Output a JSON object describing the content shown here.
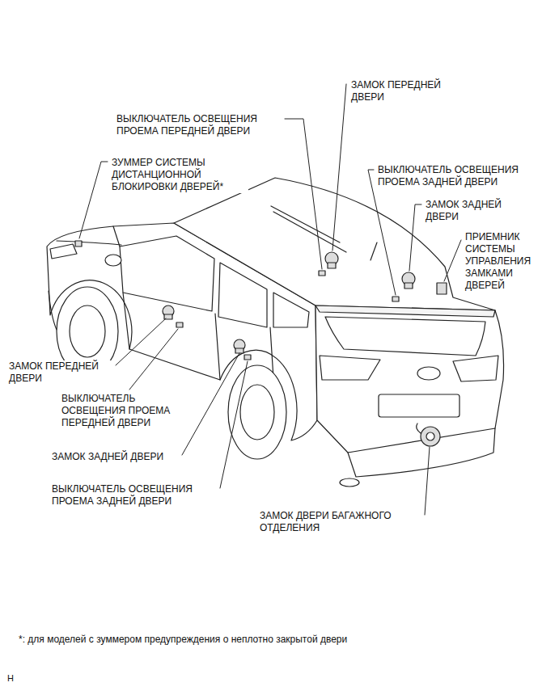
{
  "diagram": {
    "labels": [
      "ЗАМОК ПЕРЕДНЕЙ ДВЕРИ",
      "ВЫКЛЮЧАТЕЛЬ ОСВЕЩЕНИЯ ПРОЕМА ПЕРЕДНЕЙ ДВЕРИ",
      "ЗУММЕР СИСТЕМЫ ДИСТАНЦИОННОЙ БЛОКИРОВКИ ДВЕРЕЙ*",
      "ВЫКЛЮЧАТЕЛЬ ОСВЕЩЕНИЯ ПРОЕМА ЗАДНЕЙ ДВЕРИ",
      "ЗАМОК ЗАДНЕЙ ДВЕРИ",
      "ПРИЕМНИК СИСТЕМЫ УПРАВЛЕНИЯ ЗАМКАМИ ДВЕРЕЙ",
      "ЗАМОК ПЕРЕДНЕЙ ДВЕРИ",
      "ВЫКЛЮЧАТЕЛЬ ОСВЕЩЕНИЯ ПРОЕМА ПЕРЕДНЕЙ ДВЕРИ",
      "ЗАМОК ЗАДНЕЙ ДВЕРИ",
      "ВЫКЛЮЧАТЕЛЬ ОСВЕЩЕНИЯ ПРОЕМА ЗАДНЕЙ ДВЕРИ",
      "ЗАМОК ДВЕРИ БАГАЖНОГО ОТДЕЛЕНИЯ",
      "*: для моделей с зуммером предупреждения о неплотно закрытой двери",
      "H"
    ]
  }
}
